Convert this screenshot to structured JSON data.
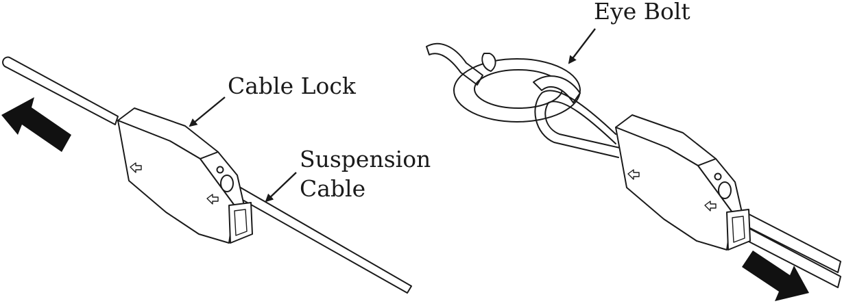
{
  "labels": {
    "cable_lock": "Cable Lock",
    "suspension_line1": "Suspension",
    "suspension_line2": "Cable",
    "eye_bolt": "Eye Bolt"
  },
  "colors": {
    "line": "#1a1a1a",
    "arrow_fill": "#111111",
    "background": "#ffffff"
  },
  "icons": [
    "pull-direction-arrow",
    "label-pointer-arrow"
  ]
}
